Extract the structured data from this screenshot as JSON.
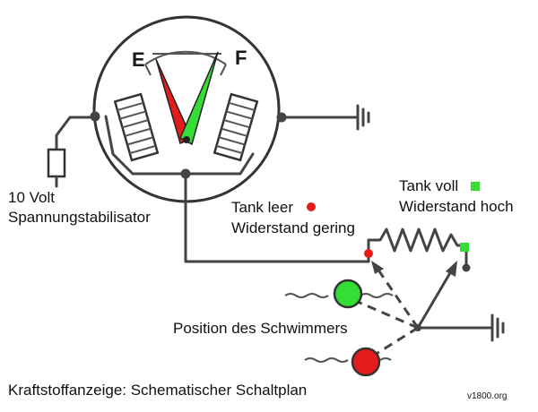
{
  "gauge": {
    "empty_letter": "E",
    "full_letter": "F"
  },
  "labels": {
    "stabilizer_line1": "10 Volt",
    "stabilizer_line2": "Spannungstabilisator",
    "tank_empty": "Tank leer",
    "resistance_low": "Widerstand gering",
    "tank_full": "Tank voll",
    "resistance_high": "Widerstand hoch",
    "float_position": "Position des Schwimmers",
    "caption": "Kraftstoffanzeige: Schematischer Schaltplan",
    "watermark": "v1800.org"
  },
  "colors": {
    "empty_indicator": "#e41c1c",
    "full_indicator": "#35dd35",
    "wire": "#444444"
  }
}
